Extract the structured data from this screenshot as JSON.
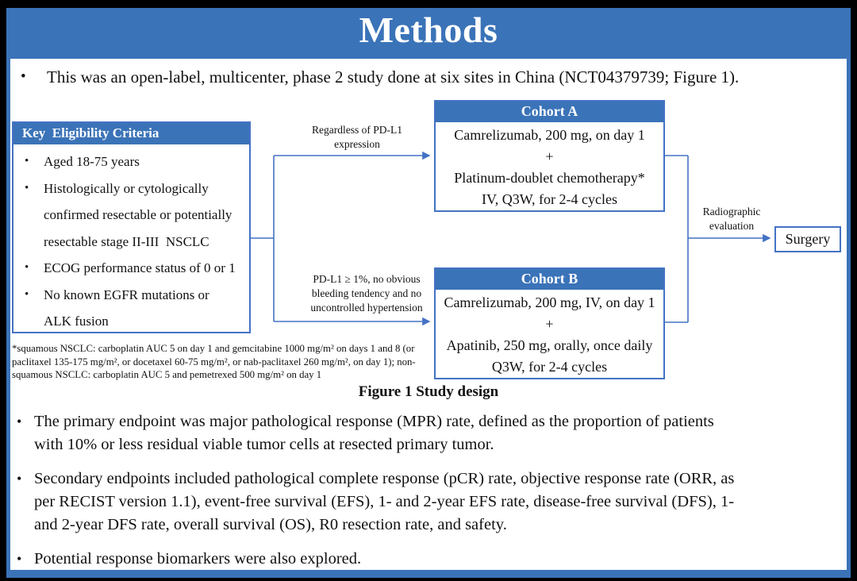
{
  "slide": {
    "title": "Methods",
    "intro_bullet": "This was an open-label, multicenter, phase 2 study done at six sites in China (NCT04379739; Figure 1)."
  },
  "colors": {
    "accent_blue": "#3b73b8",
    "line_blue": "#4472c4",
    "text": "#111111",
    "frame": "#000000"
  },
  "figure": {
    "eligibility": {
      "header": "Key  Eligibility Criteria",
      "items": [
        "Aged 18-75 years",
        "Histologically or cytologically\nconfirmed resectable or potentially\nresectable stage II-III  NSCLC",
        "ECOG performance status of 0 or 1",
        "No known EGFR mutations or\nALK fusion"
      ]
    },
    "footnote": "*squamous NSCLC: carboplatin AUC 5 on day 1 and gemcitabine 1000 mg/m² on days 1 and 8 (or\npaclitaxel 135-175 mg/m², or docetaxel 60-75 mg/m², or nab-paclitaxel 260 mg/m², on day 1); non-\nsquamous NSCLC: carboplatin AUC 5 and pemetrexed 500 mg/m² on day 1",
    "branch_labels": {
      "top": "Regardless of PD-L1\nexpression",
      "bottom": "PD-L1 ≥ 1%, no obvious\nbleeding tendency and no\nuncontrolled hypertension"
    },
    "cohort_a": {
      "header": "Cohort A",
      "body": "Camrelizumab, 200 mg, on day 1\n+\nPlatinum-doublet chemotherapy*\nIV, Q3W, for 2-4 cycles"
    },
    "cohort_b": {
      "header": "Cohort B",
      "body": "Camrelizumab, 200 mg, IV, on day 1\n+\nApatinib, 250 mg, orally, once daily\nQ3W, for 2-4 cycles"
    },
    "evaluation_label": "Radiographic\nevaluation",
    "surgery_label": "Surgery",
    "caption": "Figure 1 Study design"
  },
  "bullets": [
    "The primary endpoint was major pathological response (MPR) rate, defined as the proportion of patients\nwith 10% or less residual viable tumor cells at resected primary tumor.",
    "Secondary endpoints included pathological complete response (pCR) rate, objective response rate (ORR, as\nper RECIST version 1.1), event-free survival (EFS), 1- and 2-year EFS rate, disease-free survival (DFS), 1-\nand 2-year DFS rate, overall survival (OS), R0 resection rate, and safety.",
    "Potential response biomarkers were also explored."
  ]
}
